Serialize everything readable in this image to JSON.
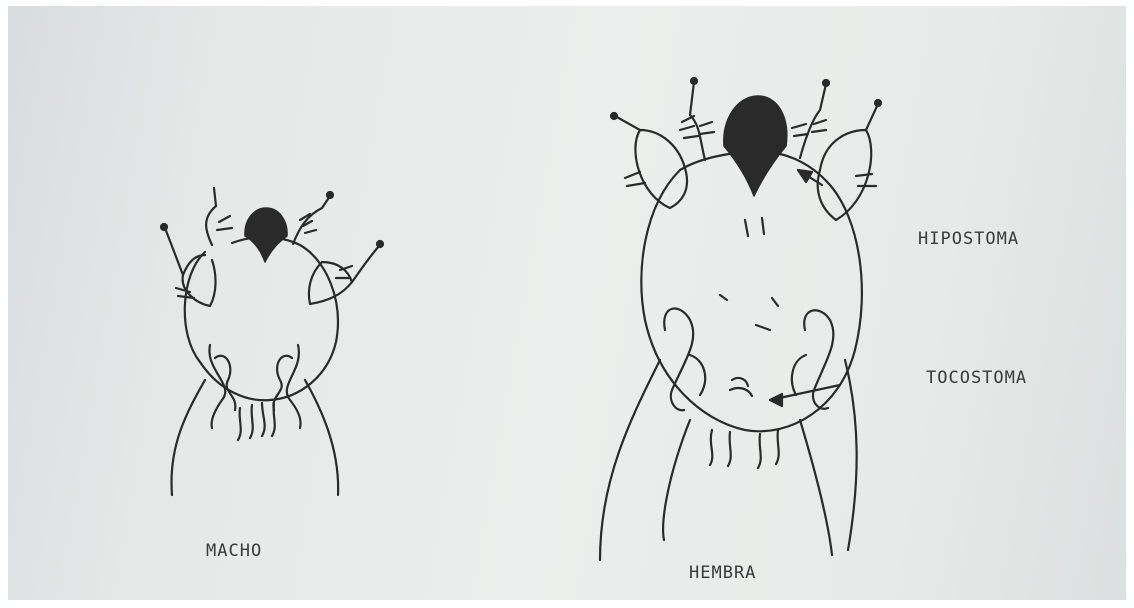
{
  "figure": {
    "male": {
      "label": "MACHO"
    },
    "female": {
      "label": "HEMBRA"
    },
    "annotations": {
      "hypostome": "HIPOSTOMA",
      "tocostome": "TOCOSTOMA"
    }
  },
  "colors": {
    "ink": "#2a2a2a",
    "paper": "#e9ebea"
  }
}
